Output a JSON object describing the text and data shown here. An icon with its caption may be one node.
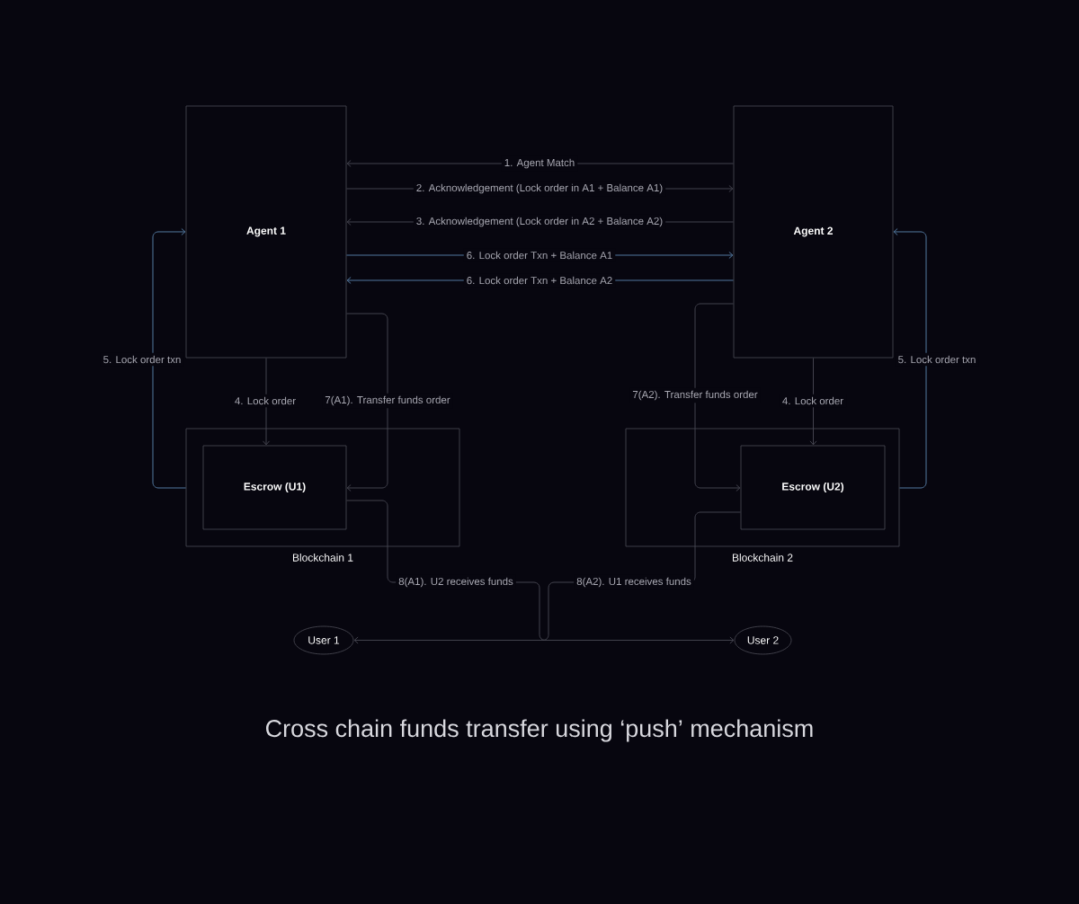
{
  "diagram": {
    "title": "Cross chain funds transfer using ‘push’ mechanism",
    "nodes": [
      {
        "text": [
          "Agent 1"
        ]
      },
      {
        "text": [
          "Agent 2"
        ]
      },
      {
        "text": [
          "Blockchain 1"
        ]
      },
      {
        "text": [
          "Escrow (U1)"
        ],
        "in": 2
      },
      {
        "text": [
          "Blockchain 2"
        ]
      },
      {
        "text": [
          "Escrow (U2)"
        ],
        "in": 4
      },
      {
        "text": [
          "User 1"
        ]
      },
      {
        "text": [
          "User 2"
        ]
      }
    ],
    "edges": [
      {
        "from": 1,
        "to": 0,
        "arrow": "to",
        "label": "1. Agent Match"
      },
      {
        "from": 0,
        "to": 1,
        "arrow": "to",
        "label": "2. Acknowledgement (Lock order in A1 + Balance A1)"
      },
      {
        "from": 1,
        "to": 0,
        "arrow": "to",
        "label": "3. Acknowledgement (Lock order in A2 + Balance A2)"
      },
      {
        "from": 0,
        "to": 1,
        "arrow": "to",
        "label": "6. Lock order Txn + Balance A1",
        "color": "#5b86b0"
      },
      {
        "from": 1,
        "to": 0,
        "arrow": "to",
        "label": "6. Lock order Txn + Balance A2",
        "color": "#5b86b0"
      },
      {
        "from": 0,
        "to": 3,
        "arrow": "to",
        "label": "4. Lock order"
      },
      {
        "from": 1,
        "to": 5,
        "arrow": "to",
        "label": "4. Lock order"
      },
      {
        "from": 2,
        "to": 0,
        "arrow": "to",
        "label": "5. Lock order txn",
        "color": "#5b86b0"
      },
      {
        "from": 4,
        "to": 1,
        "arrow": "to",
        "label": "5. Lock order txn",
        "color": "#5b86b0"
      },
      {
        "from": 0,
        "to": 3,
        "arrow": "to",
        "label": "7(A1). Transfer funds order"
      },
      {
        "from": 1,
        "to": 5,
        "arrow": "to",
        "label": "7(A2). Transfer funds order"
      },
      {
        "from": 3,
        "to": 7,
        "arrow": "to",
        "label": "8(A1). U2 receives funds"
      },
      {
        "from": 5,
        "to": 6,
        "arrow": "to",
        "label": "8(A2). U1 receives funds"
      }
    ]
  }
}
